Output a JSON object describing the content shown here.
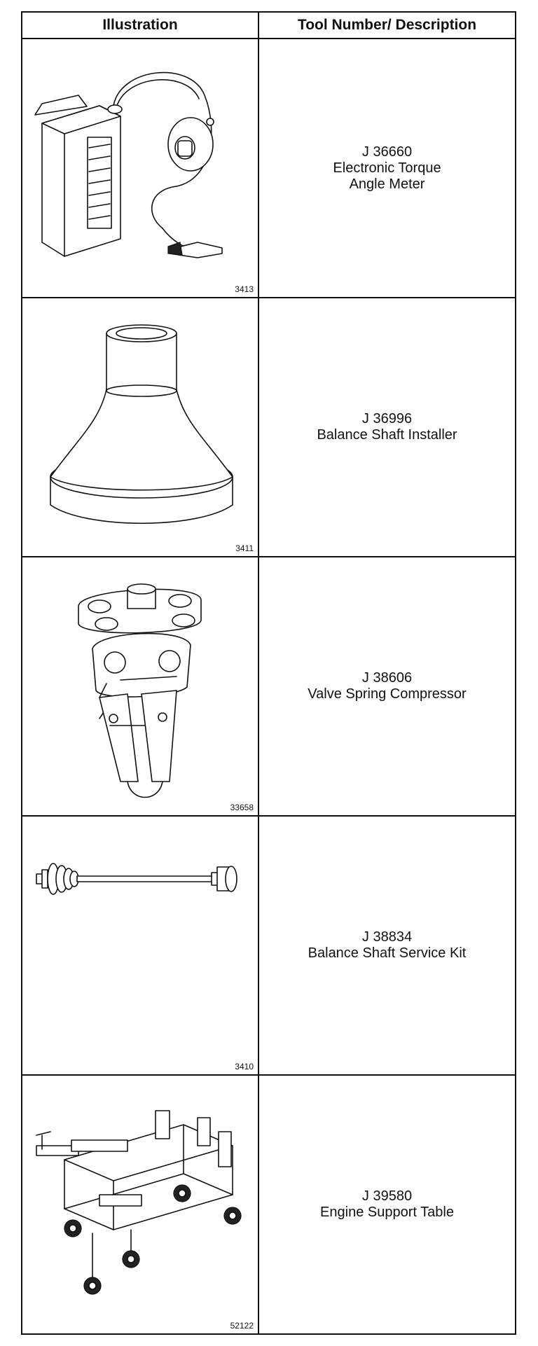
{
  "table": {
    "header": {
      "illustration": "Illustration",
      "description": "Tool Number/ Description"
    },
    "rows": [
      {
        "tool_number": "J 36660",
        "description_lines": [
          "Electronic Torque",
          "Angle Meter"
        ],
        "figure_number": "3413",
        "icon": "torque-angle-meter-icon"
      },
      {
        "tool_number": "J 36996",
        "description_lines": [
          "Balance Shaft Installer"
        ],
        "figure_number": "3411",
        "icon": "balance-shaft-installer-icon"
      },
      {
        "tool_number": "J 38606",
        "description_lines": [
          "Valve Spring Compressor"
        ],
        "figure_number": "33658",
        "icon": "valve-spring-compressor-icon"
      },
      {
        "tool_number": "J 38834",
        "description_lines": [
          "Balance Shaft Service Kit"
        ],
        "figure_number": "3410",
        "icon": "balance-shaft-service-kit-icon"
      },
      {
        "tool_number": "J 39580",
        "description_lines": [
          "Engine Support Table"
        ],
        "figure_number": "52122",
        "icon": "engine-support-table-icon"
      }
    ]
  }
}
